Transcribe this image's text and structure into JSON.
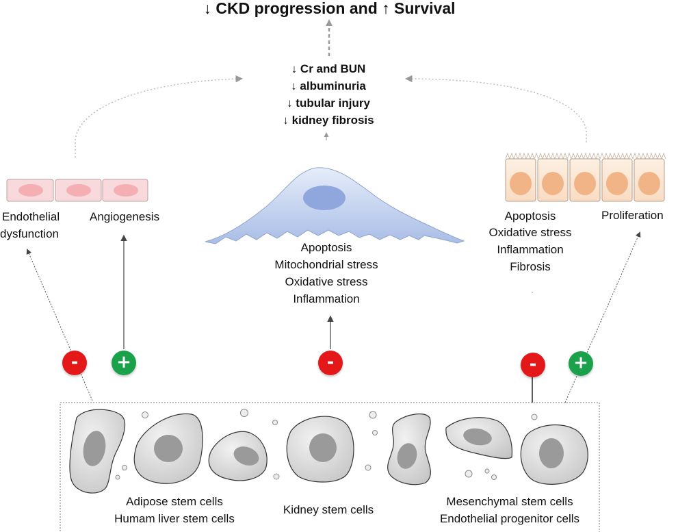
{
  "title": "↓ CKD progression and ↑ Survival",
  "outcomes": {
    "line1": "↓ Cr and BUN",
    "line2": "↓ albuminuria",
    "line3": "↓ tubular injury",
    "line4": "↓ kidney fibrosis"
  },
  "endothelial": {
    "dysfunction_line1": "Endothelial",
    "dysfunction_line2": "dysfunction",
    "angiogenesis": "Angiogenesis"
  },
  "podocyte": {
    "effects": [
      "Apoptosis",
      "Mitochondrial stress",
      "Oxidative stress",
      "Inflammation"
    ]
  },
  "tubular": {
    "effects": [
      "Apoptosis",
      "Oxidative stress",
      "Inflammation",
      "Fibrosis"
    ],
    "proliferation": "Proliferation"
  },
  "badges": {
    "minus": "-",
    "plus": "+"
  },
  "stem_cells": {
    "left_line1": "Adipose stem cells",
    "left_line2": "Humam liver stem cells",
    "center": "Kidney stem cells",
    "right_line1": "Mesenchymal stem cells",
    "right_line2": "Endothelial progenitor cells"
  },
  "colors": {
    "minus_badge": "#e41818",
    "plus_badge": "#1aa24a",
    "endothelial_cell": "#f8d9dc",
    "endothelial_nucleus": "#f5aeb4",
    "podocyte": "#b9c9ea",
    "podocyte_nucleus": "#8fa7dc",
    "tubular_cell": "#fbe3cf",
    "tubular_nucleus": "#f0b486",
    "stem_cell": "#d4d4d4",
    "stem_nucleus": "#9a9a9a"
  }
}
